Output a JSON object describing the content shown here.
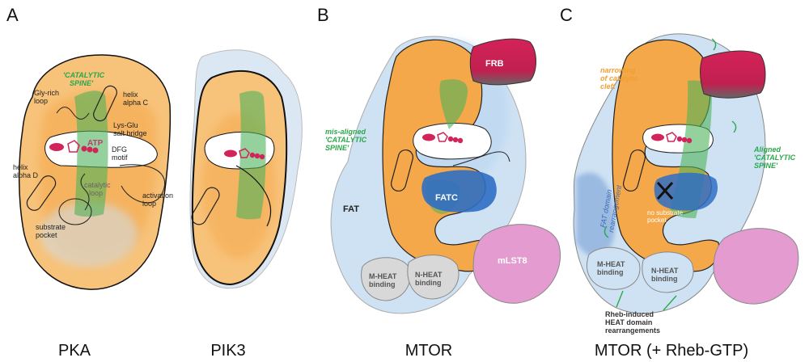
{
  "panels": {
    "a": "A",
    "b": "B",
    "c": "C"
  },
  "captions": {
    "pka": "PKA",
    "pik3": "PIK3",
    "mtor": "MTOR",
    "mtor_rheb": "MTOR (+ Rheb-GTP)"
  },
  "pka": {
    "catalytic_spine_1": "'CATALYTIC",
    "catalytic_spine_2": "SPINE'",
    "gly_rich_1": "Gly-rich",
    "gly_rich_2": "loop",
    "helix_c_1": "helix",
    "helix_c_2": "alpha C",
    "lys_glu_1": "Lys-Glu",
    "lys_glu_2": "salt bridge",
    "atp": "ATP",
    "dfg_1": "DFG",
    "dfg_2": "motif",
    "helix_d_1": "helix",
    "helix_d_2": "alpha D",
    "catalytic_loop_1": "catalytic",
    "catalytic_loop_2": "loop",
    "activation_loop_1": "activation",
    "activation_loop_2": "loop",
    "substrate_1": "substrate",
    "substrate_2": "pocket"
  },
  "mtor": {
    "frb": "FRB",
    "misaligned_1": "mis-aligned",
    "misaligned_2": "'CATALYTIC",
    "misaligned_3": "SPINE'",
    "fat": "FAT",
    "fatc": "FATC",
    "mlst8": "mLST8",
    "m_heat_1": "M-HEAT",
    "m_heat_2": "binding",
    "n_heat_1": "N-HEAT",
    "n_heat_2": "binding"
  },
  "mtor_rheb": {
    "narrowing_1": "narrowing",
    "narrowing_2": "of catalytic",
    "narrowing_3": "cleft",
    "aligned_1": "Aligned",
    "aligned_2": "'CATALYTIC",
    "aligned_3": "SPINE'",
    "fat_rearr_1": "FAT domain",
    "fat_rearr_2": "rearrangement",
    "no_substrate_1": "no substrate",
    "no_substrate_2": "pocket",
    "m_heat_1": "M-HEAT",
    "m_heat_2": "binding",
    "n_heat_1": "N-HEAT",
    "n_heat_2": "binding",
    "rheb_1": "Rheb-induced",
    "rheb_2": "HEAT domain",
    "rheb_3": "rearrangements"
  },
  "colors": {
    "orange": "#f5a84a",
    "blue": "#b9d6f0",
    "dark_blue": "#2f6ec4",
    "green": "#4fb35a",
    "crimson": "#d0245a",
    "pink": "#e49bd0",
    "gray": "#c8c8c8"
  }
}
